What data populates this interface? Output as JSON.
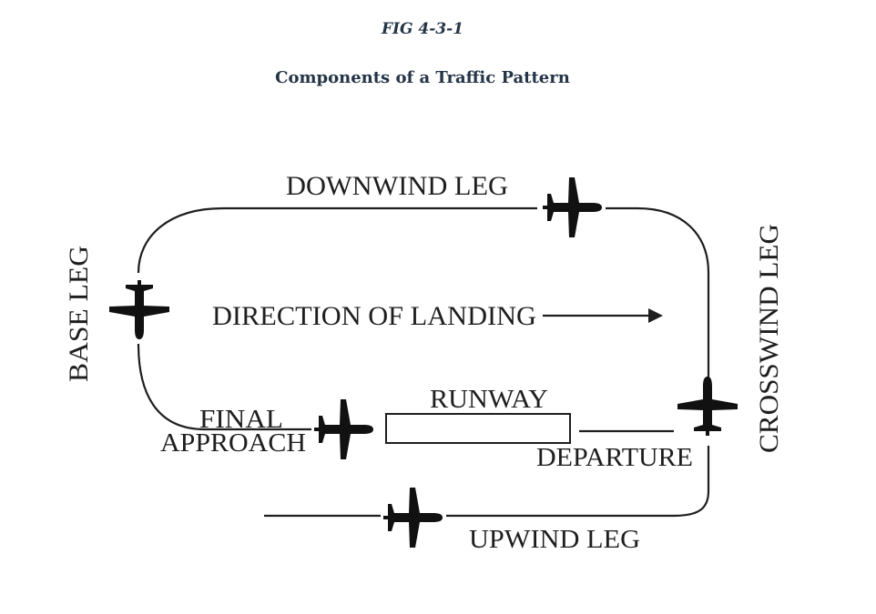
{
  "figure": {
    "number": "FIG 4-3-1",
    "title": "Components of a Traffic Pattern"
  },
  "labels": {
    "downwind_leg": "DOWNWIND LEG",
    "base_leg": "BASE LEG",
    "crosswind_leg": "CROSSWIND LEG",
    "direction_of_landing": "DIRECTION OF LANDING",
    "runway": "RUNWAY",
    "final_line1": "FINAL",
    "final_line2": "APPROACH",
    "departure": "DEPARTURE",
    "upwind_leg": "UPWIND LEG"
  },
  "colors": {
    "ink": "#1e1e1e",
    "title": "#243447"
  },
  "icons": [
    "airplane-icon"
  ]
}
